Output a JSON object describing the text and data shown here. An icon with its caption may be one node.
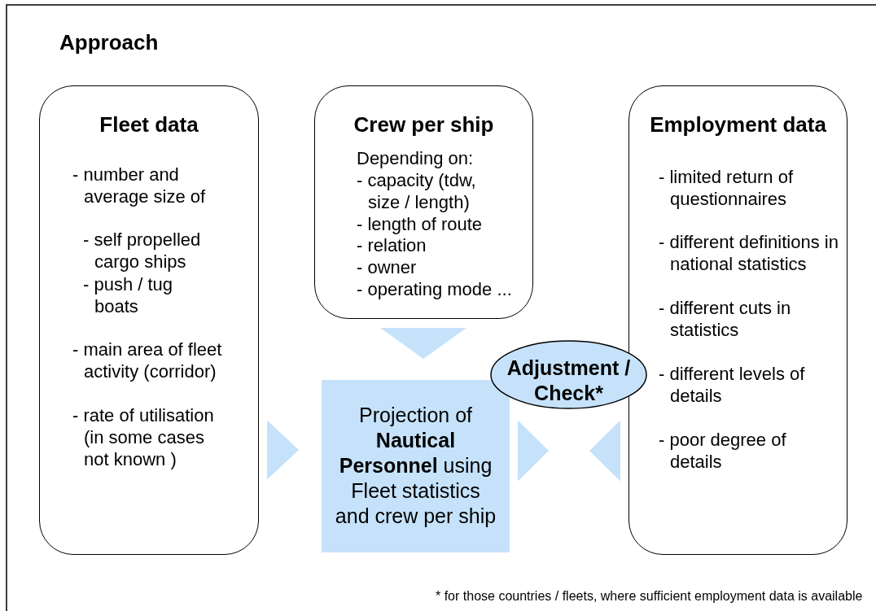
{
  "diagram": {
    "title": "Approach",
    "nodes": [
      {
        "text": [
          "Fleet data",
          "- number and average size of",
          "- self propelled cargo ships",
          "- push / tug boats",
          "- main area of fleet activity (corridor)",
          "- rate of utilisation (in some cases not known )"
        ]
      },
      {
        "text": [
          "Crew per ship",
          "Depending on:",
          "- capacity (tdw, size / length)",
          "- length of route",
          "- relation",
          "- owner",
          "- operating mode ..."
        ]
      },
      {
        "text": [
          "Employment data",
          "- limited return of questionnaires",
          "- different definitions in national statistics",
          "- different cuts in statistics",
          "- different levels of details",
          "- poor degree of details"
        ]
      },
      {
        "text": [
          "Projection of **Nautical Personnel** using Fleet statistics and crew per ship"
        ]
      },
      {
        "text": [
          "Adjustment / Check*"
        ]
      }
    ],
    "edges": [
      {
        "from": 1,
        "to": 3,
        "arrow": "to"
      },
      {
        "from": 0,
        "to": 3,
        "arrow": "to"
      },
      {
        "from": 3,
        "to": null,
        "arrow": "to"
      },
      {
        "from": 2,
        "to": null,
        "arrow": "to"
      }
    ],
    "labels": [
      "* for those countries / fleets, where sufficient employment data is available"
    ]
  }
}
